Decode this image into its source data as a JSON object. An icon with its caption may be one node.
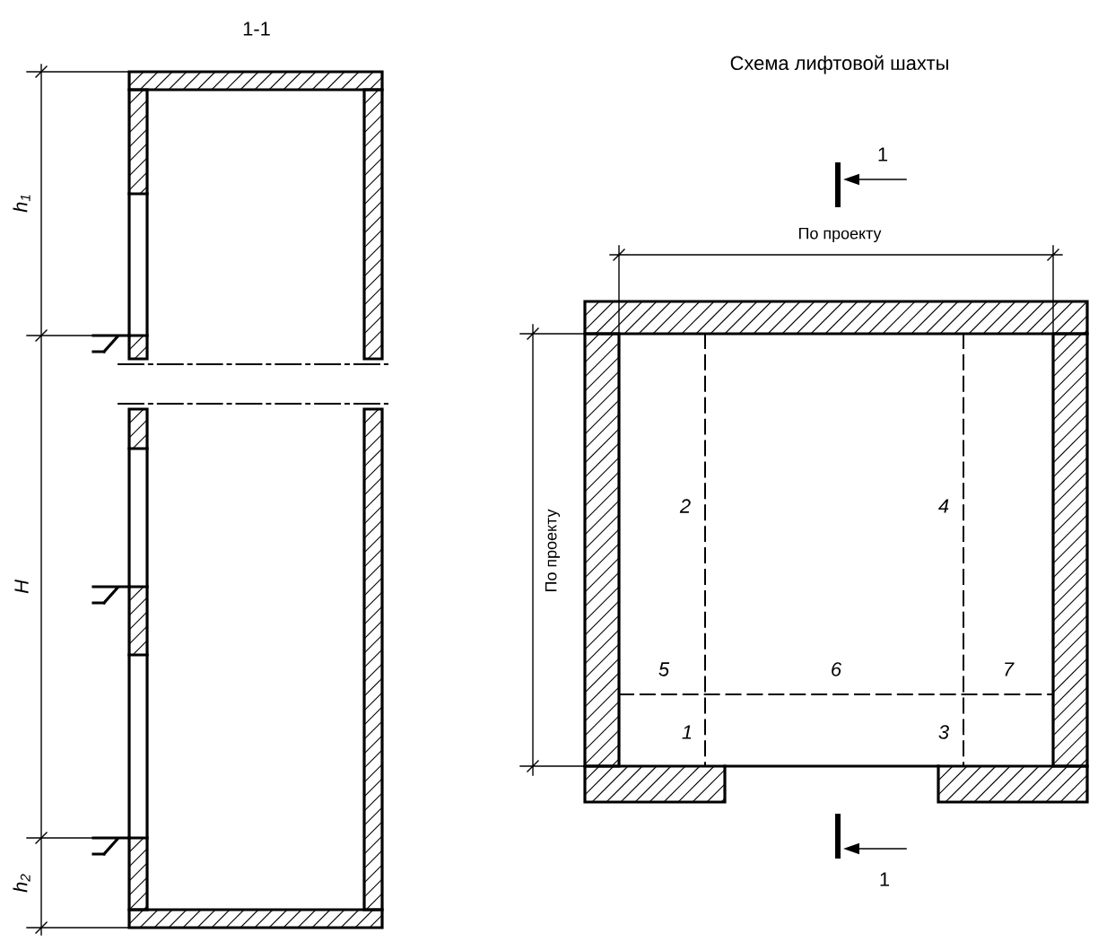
{
  "diagram": {
    "title": "Схема лифтовой шахты",
    "labels": [
      "1-1",
      "1",
      "По проекту",
      "h$_{1}$",
      "По проекту",
      "2",
      "4",
      "H",
      "5",
      "6",
      "7",
      "1",
      "3",
      "h$_{2}$",
      "1"
    ]
  }
}
